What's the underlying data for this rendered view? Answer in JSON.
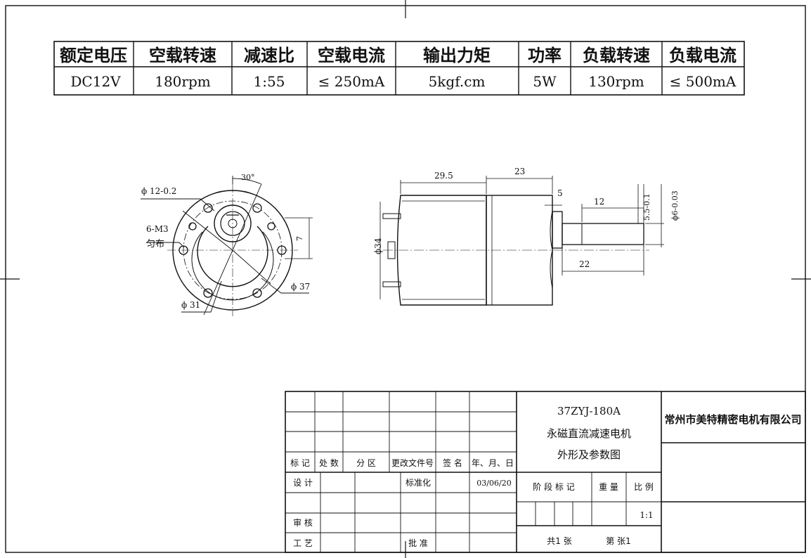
{
  "spec_table": {
    "headers": [
      "额定电压",
      "空载转速",
      "减速比",
      "空载电流",
      "输出力矩",
      "功率",
      "负载转速",
      "负载电流"
    ],
    "values": [
      "DC12V",
      "180rpm",
      "1:55",
      "≤ 250mA",
      "5kgf.cm",
      "5W",
      "130rpm",
      "≤ 500mA"
    ]
  },
  "front_view": {
    "angle_label": "30°",
    "bore_label": "ϕ 12-0.2",
    "holes_label_1": "6-M3",
    "holes_label_2": "匀布",
    "pcd_label": "ϕ 31",
    "outer_label": "ϕ 37",
    "flat_label": "7"
  },
  "side_view": {
    "dim_motor_length": "29.5",
    "dim_gearbox_length": "23",
    "dim_boss": "5",
    "dim_shaft_flat": "12",
    "dim_shaft_length": "22",
    "dim_body_dia": "ϕ34",
    "dim_shaft_dia": "ϕ6-0.03",
    "dim_flat_depth": "5.5-0.1"
  },
  "title_block": {
    "model": "37ZYJ-180A",
    "product_name": "永磁直流减速电机",
    "drawing_name": "外形及参数图",
    "company": "常州市美特精密电机有限公司",
    "rev_headers": [
      "标 记",
      "处 数",
      "分  区",
      "更改文件号",
      "签 名",
      "年、月、日"
    ],
    "design_label": "设 计",
    "standard_label": "标准化",
    "date": "03/06/20",
    "review_label": "审 核",
    "process_label": "工 艺",
    "approve_label": "批 准",
    "stage_label": "阶 段 标 记",
    "weight_label": "重 量",
    "scale_label": "比 例",
    "scale_value": "1:1",
    "sheets_total": "共1  张",
    "sheet_no": "第   张1"
  }
}
